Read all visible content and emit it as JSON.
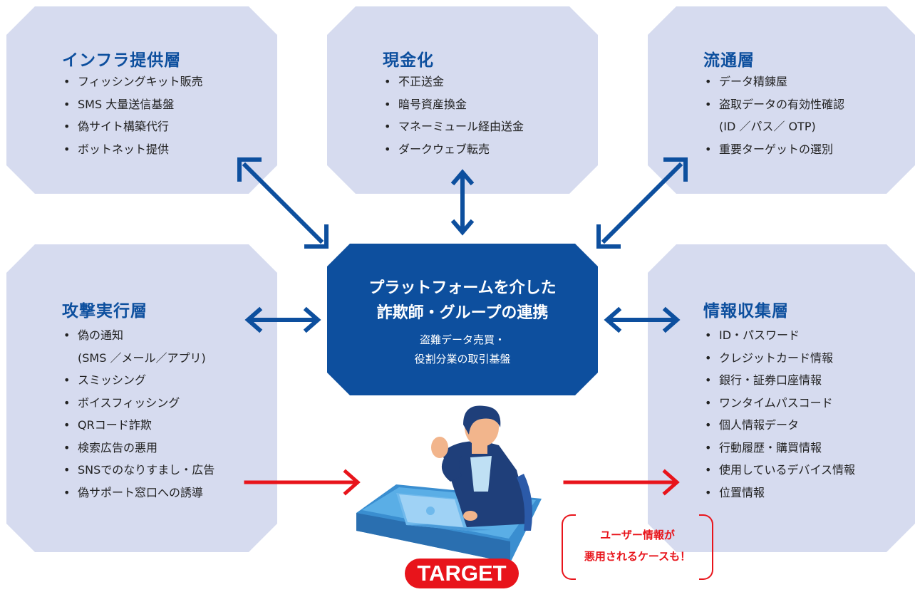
{
  "cards": {
    "infra": {
      "title": "インフラ提供層",
      "items": [
        "フィッシングキット販売",
        "SMS 大量送信基盤",
        "偽サイト構築代行",
        "ボットネット提供"
      ]
    },
    "cash": {
      "title": "現金化",
      "items": [
        "不正送金",
        "暗号資産換金",
        "マネーミュール経由送金",
        "ダークウェブ転売"
      ]
    },
    "dist": {
      "title": "流通層",
      "items": [
        "データ精錬屋",
        "盗取データの有効性確認",
        "(ID ／パス／ OTP)",
        "重要ターゲットの選別"
      ]
    },
    "attack": {
      "title": "攻撃実行層",
      "items": [
        "偽の通知",
        "(SMS ／メール／アプリ)",
        "スミッシング",
        "ボイスフィッシング",
        "QRコード詐欺",
        "検索広告の悪用",
        "SNSでのなりすまし・広告",
        "偽サポート窓口への誘導"
      ]
    },
    "info": {
      "title": "情報収集層",
      "items": [
        "ID・パスワード",
        "クレジットカード情報",
        "銀行・証券口座情報",
        "ワンタイムパスコード",
        "個人情報データ",
        "行動履歴・購買情報",
        "使用しているデバイス情報",
        "位置情報"
      ]
    }
  },
  "center": {
    "title_line1": "プラットフォームを介した",
    "title_line2": "詐欺師・グループの連携",
    "sub_line1": "盗難データ売買・",
    "sub_line2": "役割分業の取引基盤"
  },
  "target": {
    "label": "TARGET"
  },
  "callout": {
    "line1": "ユーザー情報が",
    "line2": "悪用されるケースも！"
  },
  "colors": {
    "card_bg": "#d6dbef",
    "brand_blue": "#0d4f9e",
    "accent_red": "#e8141b"
  }
}
